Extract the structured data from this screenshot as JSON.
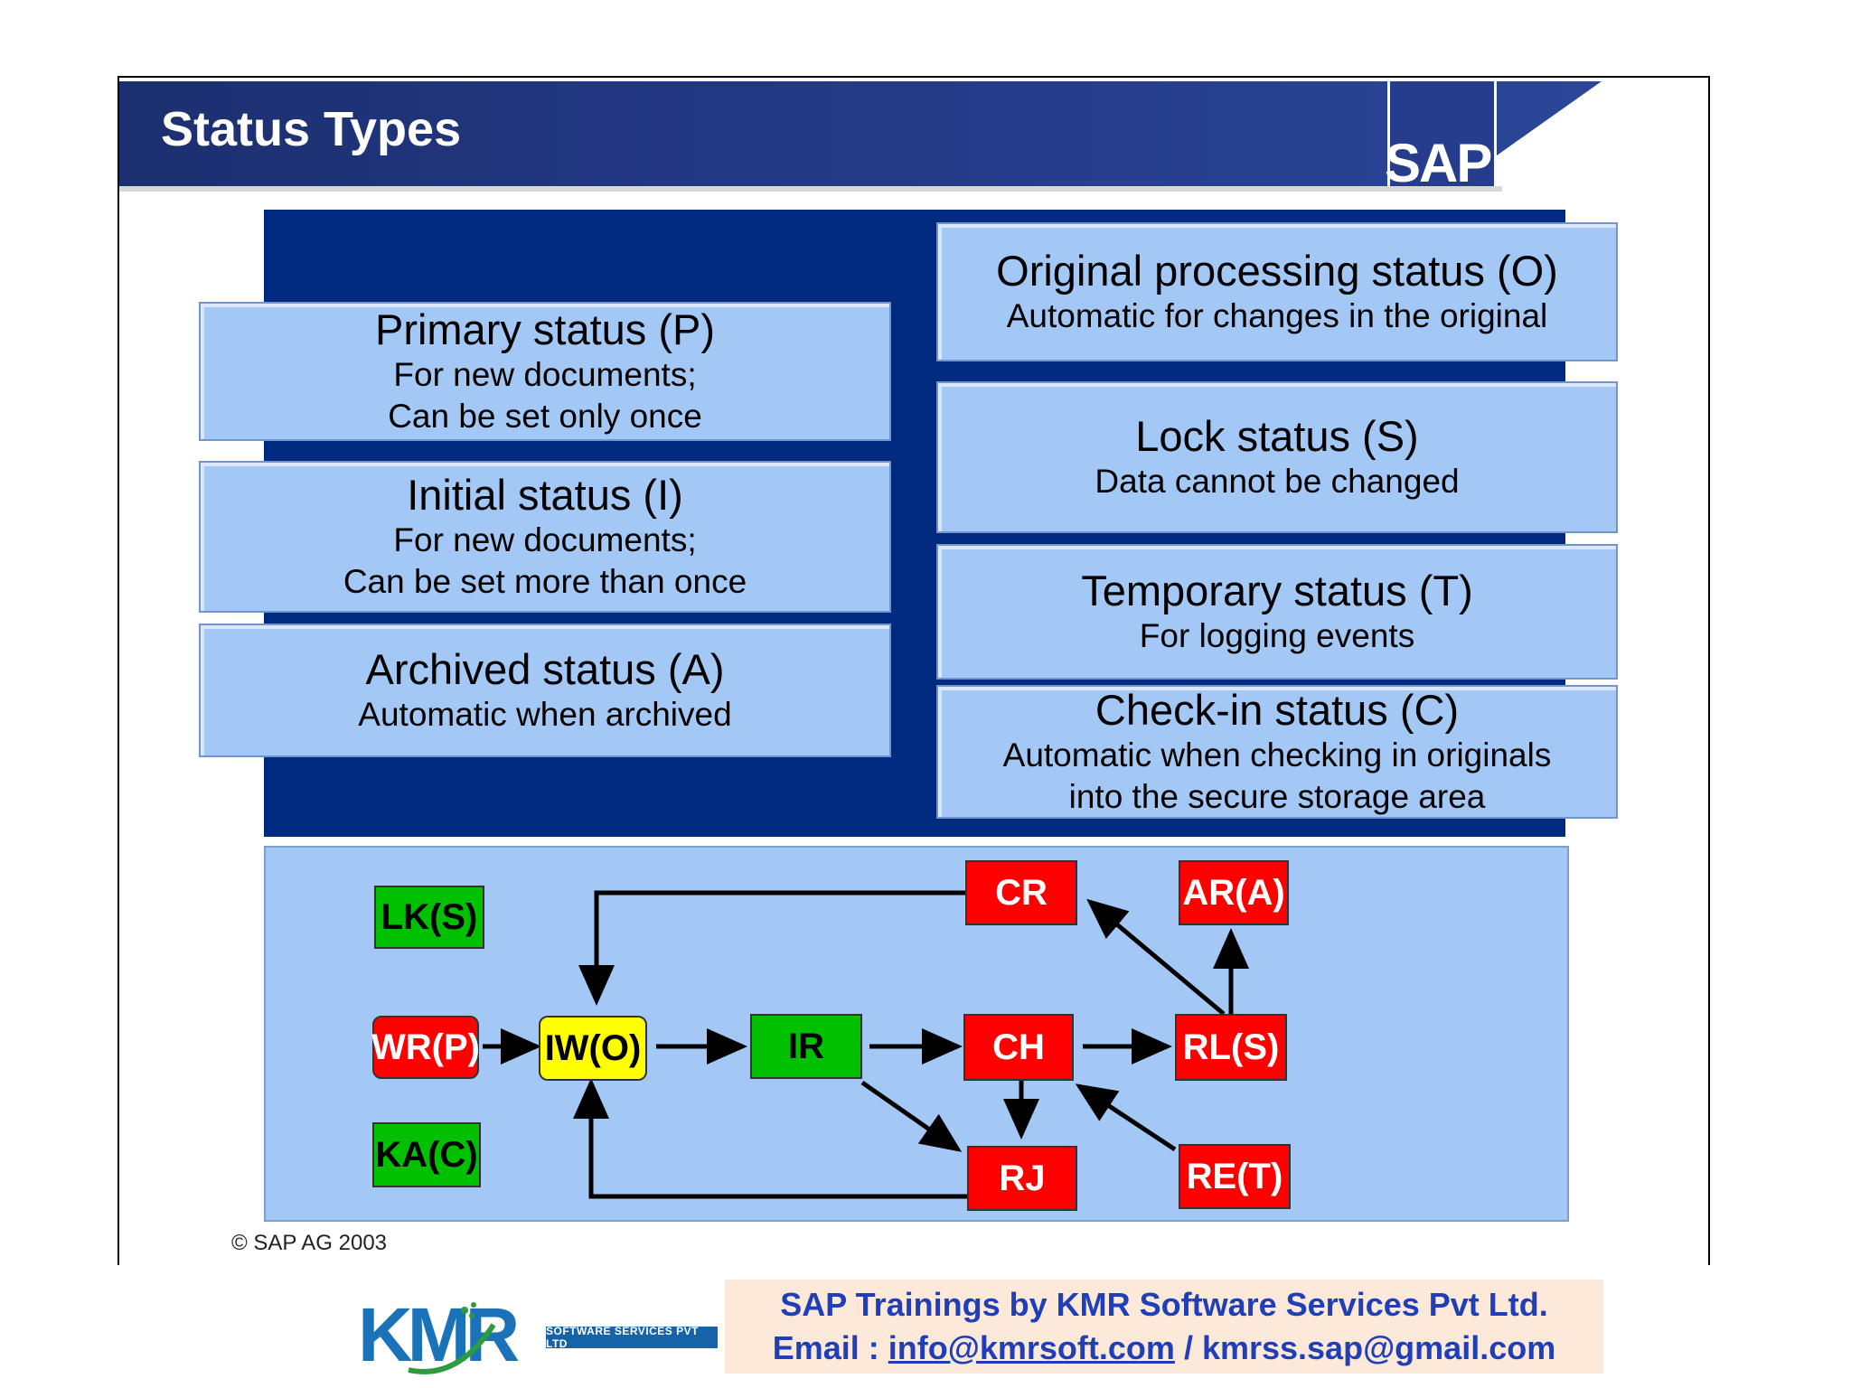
{
  "slide": {
    "title": "Status Types",
    "brand": "SAP",
    "copyright": "© SAP AG 2003"
  },
  "status_boxes": [
    {
      "heading": "Primary status (P)",
      "lines": [
        "For new documents;",
        "Can be set only once"
      ]
    },
    {
      "heading": "Initial status (I)",
      "lines": [
        "For new documents;",
        "Can be set more than once"
      ]
    },
    {
      "heading": "Archived status (A)",
      "lines": [
        "Automatic when archived"
      ]
    },
    {
      "heading": "Original processing status (O)",
      "lines": [
        "Automatic for changes in the original"
      ]
    },
    {
      "heading": "Lock status (S)",
      "lines": [
        "Data cannot be changed"
      ]
    },
    {
      "heading": "Temporary status (T)",
      "lines": [
        "For logging events"
      ]
    },
    {
      "heading": "Check-in status (C)",
      "lines": [
        "Automatic when checking in originals",
        "into the secure storage area"
      ]
    }
  ],
  "flow_nodes": {
    "lk": "LK(S)",
    "wr": "WR(P)",
    "ka": "KA(C)",
    "iw": "IW(O)",
    "ir": "IR",
    "cr": "CR",
    "ch": "CH",
    "rj": "RJ",
    "ar": "AR(A)",
    "rl": "RL(S)",
    "re": "RE(T)"
  },
  "colors": {
    "red": "#ff0000",
    "green": "#00c000",
    "yellow": "#ffff00",
    "navy": "#002a7f",
    "light_blue": "#a3c8f6"
  },
  "footer": {
    "logo_text": "KMR",
    "logo_tagline": "SOFTWARE SERVICES PVT LTD",
    "line1": "SAP Trainings by KMR Software Services Pvt Ltd.",
    "email_label": "Email : ",
    "email1": "info@kmrsoft.com",
    "separator": " / ",
    "email2": "kmrss.sap@gmail.com"
  }
}
